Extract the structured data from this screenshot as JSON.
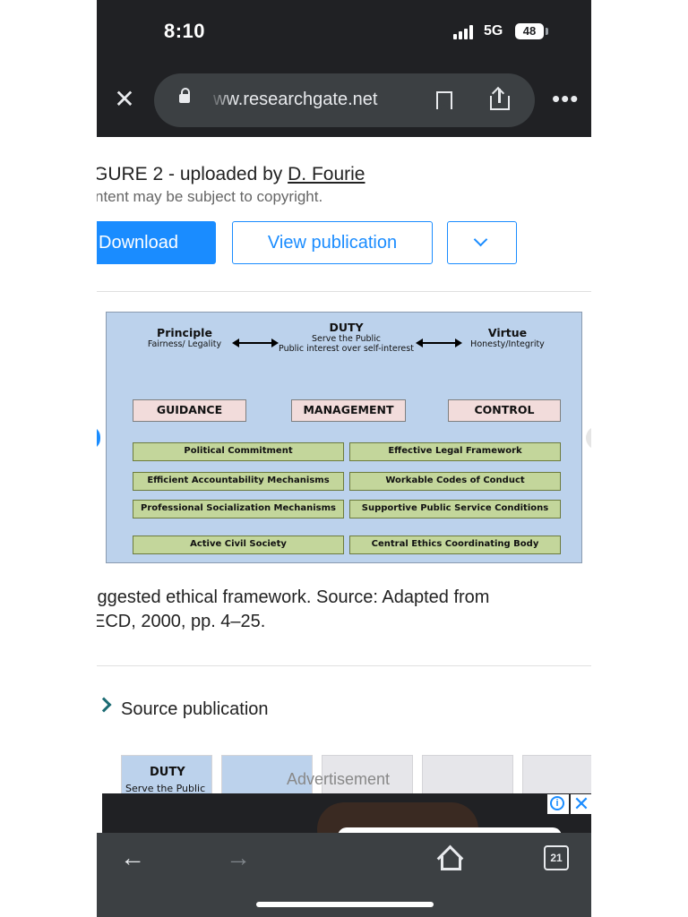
{
  "status": {
    "time": "8:10",
    "network": "5G",
    "battery": "48"
  },
  "browser": {
    "url": "ww.researchgate.net",
    "tab_count": "21"
  },
  "figure_header": {
    "title_prefix": "GURE 2 - uploaded by ",
    "author": "D. Fourie",
    "copyright": "ntent may be subject to copyright."
  },
  "actions": {
    "download": "Download",
    "view": "View publication"
  },
  "figure": {
    "left": {
      "title": "Principle",
      "sub": "Fairness/ Legality"
    },
    "center": {
      "title": "DUTY",
      "sub1": "Serve the Public",
      "sub2": "Public interest over self-interest"
    },
    "right": {
      "title": "Virtue",
      "sub": "Honesty/Integrity"
    },
    "pillars": [
      "GUIDANCE",
      "MANAGEMENT",
      "CONTROL"
    ],
    "boxes": [
      "Political Commitment",
      "Effective Legal Framework",
      "Efficient Accountability Mechanisms",
      "Workable Codes of Conduct",
      "Professional Socialization Mechanisms",
      "Supportive Public Service Conditions",
      "Active Civil Society",
      "Central Ethics Coordinating Body"
    ],
    "colors": {
      "background": "#bcd2ec",
      "pillar": "#f2dcdb",
      "element": "#c3d69b"
    }
  },
  "caption": {
    "line1": "iggested ethical framework. Source: Adapted from",
    "line2": "ECD, 2000, pp. 4–25."
  },
  "source": {
    "label": "Source publication"
  },
  "thumbnails": {
    "t1_title": "DUTY",
    "t1_sub": "Serve the Public",
    "ad_label": "Advertisement"
  },
  "icons": [
    "close-icon",
    "lock-icon",
    "bookmark-icon",
    "share-icon",
    "more-icon",
    "chevron-down-icon",
    "chevron-right-icon",
    "info-icon",
    "ad-close-icon",
    "back-icon",
    "forward-icon",
    "home-icon",
    "tabs-icon"
  ]
}
